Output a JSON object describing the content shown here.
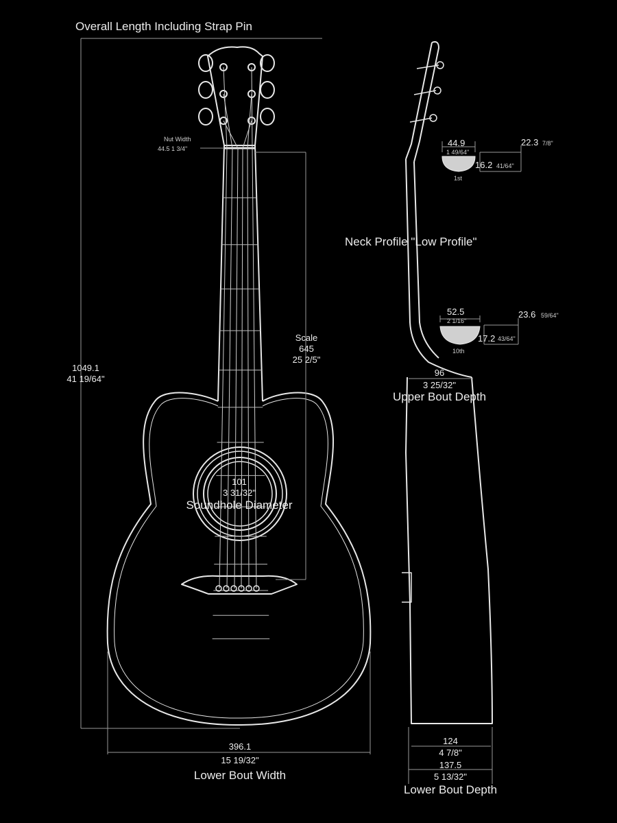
{
  "title": "Overall Length Including Strap Pin",
  "overall_length": {
    "mm": "1049.1",
    "inch": "41 19/64\""
  },
  "nut_width": {
    "label": "Nut Width",
    "value": "44.5  1 3/4\""
  },
  "scale": {
    "label": "Scale",
    "mm": "645",
    "inch": "25 2/5\""
  },
  "soundhole": {
    "mm": "101",
    "inch": "3 31/32\"",
    "label": "Soundhole Diameter"
  },
  "lower_bout_width": {
    "mm": "396.1",
    "inch": "15 19/32\"",
    "label": "Lower Bout Width"
  },
  "neck_profile_label": "Neck Profile \"Low Profile\"",
  "profile_1st": {
    "width_mm": "44.9",
    "width_inch": "1 49/64\"",
    "thickness_mm": "16.2",
    "thickness_inch": "41/64\"",
    "total_mm": "22.3",
    "total_inch": "7/8\"",
    "fret": "1st"
  },
  "profile_10th": {
    "width_mm": "52.5",
    "width_inch": "2 1/16\"",
    "thickness_mm": "17.2",
    "thickness_inch": "43/64\"",
    "total_mm": "23.6",
    "total_inch": "59/64\"",
    "fret": "10th"
  },
  "upper_bout_depth": {
    "mm": "96",
    "inch": "3 25/32\"",
    "label": "Upper Bout Depth"
  },
  "lower_bout_depth": {
    "inner_mm": "124",
    "inner_inch": "4 7/8\"",
    "outer_mm": "137.5",
    "outer_inch": "5 13/32\"",
    "label": "Lower Bout Depth"
  },
  "line_color": "#e8e8e8",
  "dim_color": "#9a9a9a",
  "background": "#000000"
}
